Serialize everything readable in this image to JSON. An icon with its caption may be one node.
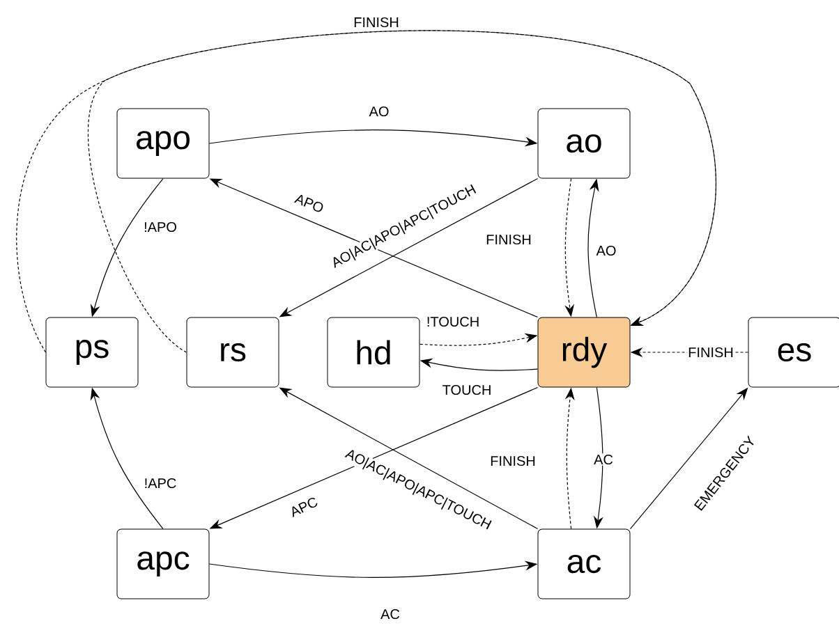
{
  "diagram": {
    "nodes": [
      {
        "text": [
          "apo"
        ]
      },
      {
        "text": [
          "ao"
        ]
      },
      {
        "text": [
          "ps"
        ]
      },
      {
        "text": [
          "rs"
        ]
      },
      {
        "text": [
          "hd"
        ]
      },
      {
        "text": [
          "rdy"
        ]
      },
      {
        "text": [
          "es"
        ]
      },
      {
        "text": [
          "apc"
        ]
      },
      {
        "text": [
          "ac"
        ]
      }
    ],
    "edges": [
      {
        "from": 0,
        "to": 1,
        "arrow": "to",
        "label": "AO"
      },
      {
        "from": 0,
        "to": 2,
        "arrow": "to",
        "label": "!APO"
      },
      {
        "from": 1,
        "to": 3,
        "arrow": "to",
        "label": "AO|AC|APO|APC|TOUCH"
      },
      {
        "from": 1,
        "to": 5,
        "arrow": "to",
        "label": "FINISH",
        "style": "dashed"
      },
      {
        "from": 5,
        "to": 1,
        "arrow": "to",
        "label": "AO"
      },
      {
        "from": 5,
        "to": 0,
        "arrow": "to",
        "label": "APO"
      },
      {
        "from": 4,
        "to": 5,
        "arrow": "to",
        "label": "!TOUCH",
        "style": "dashed"
      },
      {
        "from": 5,
        "to": 4,
        "arrow": "to",
        "label": "TOUCH"
      },
      {
        "from": 6,
        "to": 5,
        "arrow": "to",
        "label": "FINISH",
        "style": "dashed"
      },
      {
        "from": 5,
        "to": 8,
        "arrow": "to",
        "label": "AC"
      },
      {
        "from": 8,
        "to": 5,
        "arrow": "to",
        "label": "FINISH",
        "style": "dashed"
      },
      {
        "from": 5,
        "to": 7,
        "arrow": "to",
        "label": "APC"
      },
      {
        "from": 8,
        "to": 3,
        "arrow": "to",
        "label": "AO|AC|APO|APC|TOUCH"
      },
      {
        "from": 7,
        "to": 2,
        "arrow": "to",
        "label": "!APC"
      },
      {
        "from": 7,
        "to": 8,
        "arrow": "to",
        "label": "AC"
      },
      {
        "from": 8,
        "to": 6,
        "arrow": "to",
        "label": "EMERGENCY"
      },
      {
        "from": 2,
        "to": 5,
        "arrow": "to",
        "label": "FINISH",
        "style": "dashed"
      },
      {
        "from": 3,
        "to": 5,
        "arrow": "to",
        "style": "dashed"
      }
    ]
  }
}
